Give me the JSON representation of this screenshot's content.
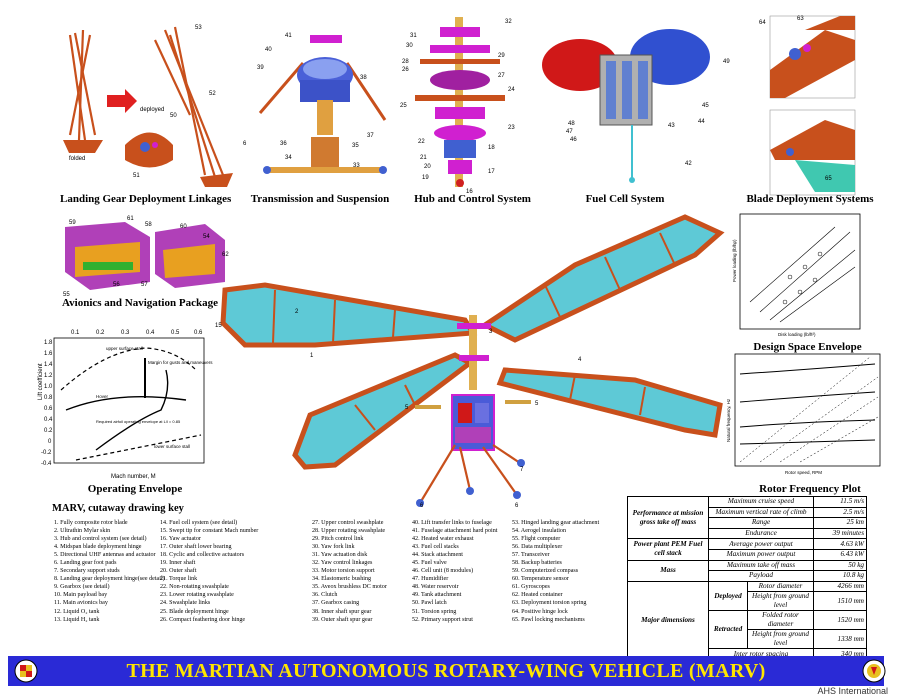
{
  "captions": {
    "landing_gear": "Landing Gear Deployment Linkages",
    "transmission": "Transmission and Suspension",
    "hub": "Hub and Control System",
    "fuel_cell": "Fuel Cell System",
    "blade_deploy": "Blade Deployment Systems",
    "avionics": "Avionics and Navigation Package",
    "design_space": "Design Space Envelope",
    "operating": "Operating Envelope",
    "rotor_freq": "Rotor Frequency Plot"
  },
  "landing_gear_labels": {
    "folded": "folded",
    "deployed": "deployed"
  },
  "callouts": {
    "n53": "53",
    "n52": "52",
    "n50": "50",
    "n51": "51",
    "n6a": "6",
    "n41": "41",
    "n40": "40",
    "n39": "39",
    "n38": "38",
    "n36": "36",
    "n37": "37",
    "n35": "35",
    "n34": "34",
    "n33": "33",
    "n32": "32",
    "n31": "31",
    "n30": "30",
    "n29": "29",
    "n28": "28",
    "n26": "26",
    "n27": "27",
    "n24": "24",
    "n25": "25",
    "n23": "23",
    "n22": "22",
    "n21": "21",
    "n20": "20",
    "n19": "19",
    "n18": "18",
    "n17": "17",
    "n16": "16",
    "n49": "49",
    "n48": "48",
    "n47": "47",
    "n46": "46",
    "n43": "43",
    "n44": "44",
    "n45": "45",
    "n42": "42",
    "n64": "64",
    "n63": "63",
    "n65": "65",
    "n59": "59",
    "n61": "61",
    "n58": "58",
    "n60": "60",
    "n54": "54",
    "n62": "62",
    "n55": "55",
    "n56": "56",
    "n57": "57",
    "n15": "15",
    "n2": "2",
    "n1": "1",
    "n3": "3",
    "n4": "4",
    "n5a": "5",
    "n5b": "5",
    "n7": "7",
    "n6b": "6",
    "n6c": "6"
  },
  "operating_envelope": {
    "ylabel": "Lift coefficient",
    "xlabel": "Mach number, M",
    "x_ticks": [
      "0.1",
      "0.2",
      "0.3",
      "0.4",
      "0.5",
      "0.6"
    ],
    "y_ticks": [
      "1.8",
      "1.6",
      "1.4",
      "1.2",
      "1.0",
      "0.8",
      "0.6",
      "0.4",
      "0.2",
      "0",
      "-0.2",
      "-0.4"
    ],
    "annotations": {
      "upper_stall": "upper surface stall",
      "margin": "Margin for gusts and maneuvers",
      "hover": "Hover",
      "required": "Required airfoil operating envelope at L/l = 0.85",
      "lower_stall": "lower surface stall"
    }
  },
  "design_space": {
    "ylabel": "Power loading (lb/hp)",
    "xlabel": "Disk loading (lb/ft²)"
  },
  "rotor_frequency": {
    "ylabel": "Natural frequency, Hz",
    "xlabel": "Rotor speed, RPM"
  },
  "key": {
    "title": "MARV, cutaway drawing key",
    "col1": [
      "1. Fully composite rotor blade",
      "2. Ultrathin Mylar skin",
      "3. Hub and control system (see detail)",
      "4. Midspan blade deployment hinge",
      "5. Directional UHF antennas and actuator",
      "6. Landing gear foot pads",
      "7. Secondary support studs",
      "8. Landing gear deployment hinge(see detail)",
      "9. Gearbox (see detail)",
      "10. Main payload bay",
      "11. Main avionics bay",
      "12. Liquid O₂ tank",
      "13. Liquid H₂ tank"
    ],
    "col2": [
      "14. Fuel cell system (see detail)",
      "15. Swept tip for constant Mach number",
      "16. Yaw actuator",
      "17. Outer shaft lower bearing",
      "18. Cyclic and collective actuators",
      "19. Inner shaft",
      "20. Outer shaft",
      "21. Torque link",
      "22. Non-rotating swashplate",
      "23. Lower rotating swashplate",
      "24. Swashplate links",
      "25. Blade deployment hinge",
      "26. Compact feathering door hinge"
    ],
    "col3": [
      "27. Upper control swashplate",
      "28. Upper rotating swashplate",
      "29. Pitch control link",
      "30. Yaw fork link",
      "31. Yaw actuation disk",
      "32. Yaw control linkages",
      "33.  Motor torsion support",
      "34. Elastomeric bushing",
      "35. Aveox brushless DC motor",
      "36. Clutch",
      "37. Gearbox casing",
      "38. Inner shaft spur gear",
      "39. Outer shaft spur gear"
    ],
    "col4": [
      "40. Lift transfer links to fuselage",
      "41. Fuselage attachment hard point",
      "42. Heated water exhaust",
      "43. Fuel cell stacks",
      "44. Stack attachment",
      "45. Fuel valve",
      "46. Cell unit (8 modules)",
      "47. Humidifier",
      "48. Water reservoir",
      "49. Tank attachment",
      "50. Pawl latch",
      "51. Torsion spring",
      "52. Primary support strut"
    ],
    "col5": [
      "53. Hinged landing gear attachment",
      "54. Aerogel insulation",
      "55. Flight computer",
      "56. Data multiplexer",
      "57. Transceiver",
      "58. Backup batteries",
      "59. Computerized compass",
      "60. Temperature sensor",
      "61. Gyroscopes",
      "62. Heated container",
      "63. Deployment torsion spring",
      "64. Positive hinge lock",
      "65. Pawl locking mechanisms"
    ]
  },
  "specs": {
    "performance": {
      "label": "Performance at mission gross take off mass",
      "rows": [
        [
          "Maximum cruise speed",
          "11.5 m/s"
        ],
        [
          "Maximum vertical rate of climb",
          "2.5 m/s"
        ],
        [
          "Range",
          "25 km"
        ],
        [
          "Endurance",
          "39 minutes"
        ]
      ]
    },
    "power": {
      "label": "Power plant PEM Fuel cell stack",
      "rows": [
        [
          "Average power output",
          "4.63 kW"
        ],
        [
          "Maximum power output",
          "6.43 kW"
        ]
      ]
    },
    "mass": {
      "label": "Mass",
      "rows": [
        [
          "Maximum take off mass",
          "50 kg"
        ],
        [
          "Payload",
          "10.8 kg"
        ]
      ]
    },
    "dimensions": {
      "label": "Major dimensions",
      "deployed_label": "Deployed",
      "retracted_label": "Retracted",
      "deployed": [
        [
          "Rotor diameter",
          "4266 mm"
        ],
        [
          "Height from ground level",
          "1510 mm"
        ]
      ],
      "retracted": [
        [
          "Folded rotor diameter",
          "1520 mm"
        ],
        [
          "Height from ground level",
          "1338 mm"
        ]
      ],
      "spacing": [
        "Inter rotor spacing",
        "340 mm"
      ]
    }
  },
  "banner": {
    "title": "THE MARTIAN AUTONOMOUS ROTARY-WING VEHICLE (MARV)",
    "credit": "AHS International"
  },
  "colors": {
    "banner": "#2a2ad6",
    "banner_text": "#ffe600",
    "structure": "#c8501c",
    "glass": "#5ec9d6",
    "metal": "#d020d0",
    "tank_red": "#d01818",
    "tank_blue": "#3050d0"
  }
}
